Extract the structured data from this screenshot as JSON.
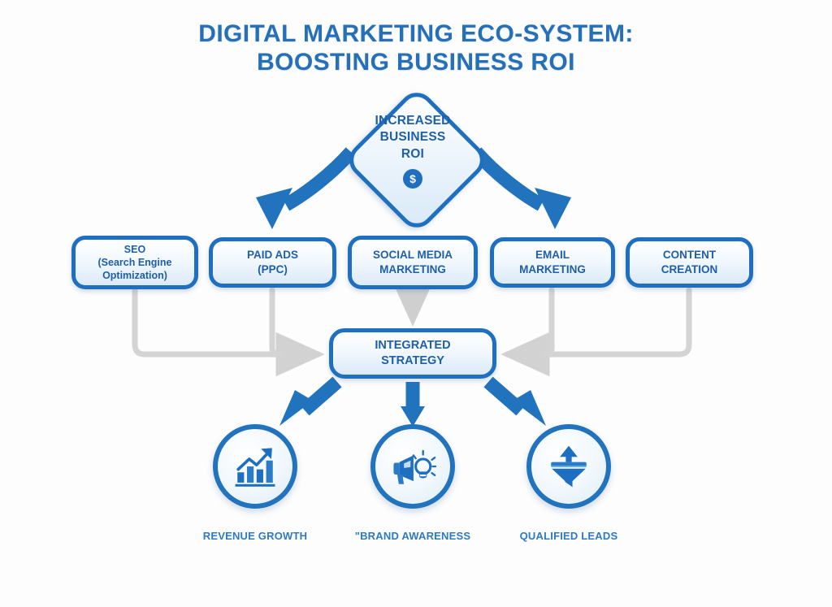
{
  "page": {
    "background_color": "#fdfdfe",
    "accent_blue": "#1f6fc0",
    "text_blue": "#1f5fa8",
    "title_blue": "#2570b8",
    "connector_grey": "#d4d4d4"
  },
  "title": {
    "line1": "DIGITAL MARKETING ECO-SYSTEM:",
    "line2": "BOOSTING BUSINESS ROI"
  },
  "hub": {
    "line1": "INCREASED",
    "line2": "BUSINESS",
    "line3": "ROI",
    "badge": "$"
  },
  "channels": [
    {
      "line1": "SEO",
      "line2": "(Search Engine",
      "line3": "Optimization)"
    },
    {
      "line1": "PAID ADS",
      "line2": "(PPC)",
      "line3": ""
    },
    {
      "line1": "SOCIAL MEDIA",
      "line2": "MARKETING",
      "line3": ""
    },
    {
      "line1": "EMAIL",
      "line2": "MARKETING",
      "line3": ""
    },
    {
      "line1": "CONTENT",
      "line2": "CREATION",
      "line3": ""
    }
  ],
  "strategy": {
    "line1": "INTEGRATED",
    "line2": "STRATEGY"
  },
  "outcomes": [
    {
      "label": "REVENUE GROWTH",
      "icon": "bar-chart-growth-icon"
    },
    {
      "label": "\"BRAND AWARENESS",
      "icon": "megaphone-lightbulb-icon"
    },
    {
      "label": "QUALIFIED LEADS",
      "icon": "funnel-uparrow-icon"
    }
  ]
}
